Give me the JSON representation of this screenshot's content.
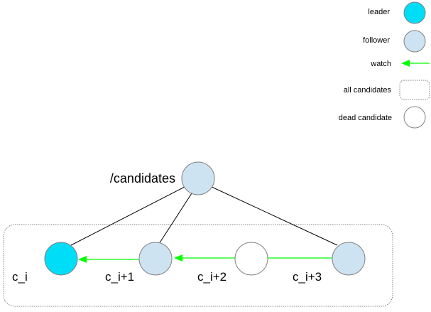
{
  "legend": {
    "leader": "leader",
    "follower": "follower",
    "watch": "watch",
    "all_candidates": "all candidates",
    "dead_candidate": "dead candidate"
  },
  "root": {
    "label": "/candidates"
  },
  "nodes": [
    {
      "label": "c_i",
      "kind": "leader"
    },
    {
      "label": "c_i+1",
      "kind": "follower"
    },
    {
      "label": "c_i+2",
      "kind": "dead candidate"
    },
    {
      "label": "c_i+3",
      "kind": "follower"
    }
  ],
  "colors": {
    "leader": "#00ddf6",
    "follower": "#cde3f1",
    "dead": "#ffffff",
    "watch_arrow": "#00ff00",
    "node_stroke": "#808080",
    "edge": "#000000",
    "group_border": "#808080"
  }
}
